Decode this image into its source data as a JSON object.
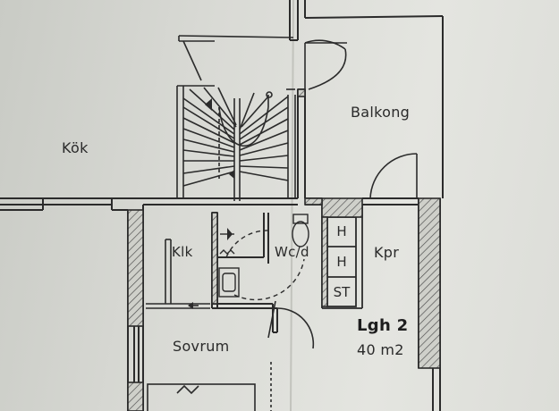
{
  "rooms": {
    "kitchen": "Kök",
    "balcony": "Balkong",
    "closet": "Klk",
    "wc": "Wc/d",
    "pantry": "Kpr",
    "bedroom": "Sovrum"
  },
  "apartment": {
    "name": "Lgh 2",
    "area": "40 m2"
  },
  "appliances": {
    "h1": "H",
    "h2": "H",
    "st": "ST"
  },
  "colors": {
    "paper": "#d9dad5",
    "ink": "#2b2b2b",
    "hatch": "#555555"
  }
}
